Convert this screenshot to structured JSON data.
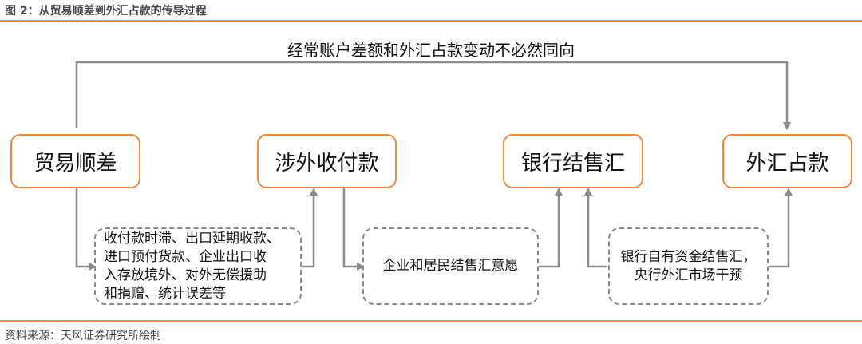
{
  "figure": {
    "title": "图 2：从贸易顺差到外汇占款的传导过程",
    "source": "资料来源：天风证券研究所绘制"
  },
  "top_label": "经常账户差额和外汇占款变动不必然同向",
  "nodes": [
    "贸易顺差",
    "涉外收付款",
    "银行结售汇",
    "外汇占款"
  ],
  "notes": {
    "payment_timing": [
      "收付款时滞、出口延期收款、",
      "进口预付货款、企业出口收",
      "入存放境外、对外无偿援助",
      "和捐赠、统计误差等"
    ],
    "willingness": "企业和居民结售汇意愿",
    "intervention": [
      "银行自有资金结售汇，",
      "央行外汇市场干预"
    ]
  },
  "colors": {
    "accent": "#ef8a3c",
    "arrow": "#8c8c8c",
    "dashed": "#888888"
  }
}
